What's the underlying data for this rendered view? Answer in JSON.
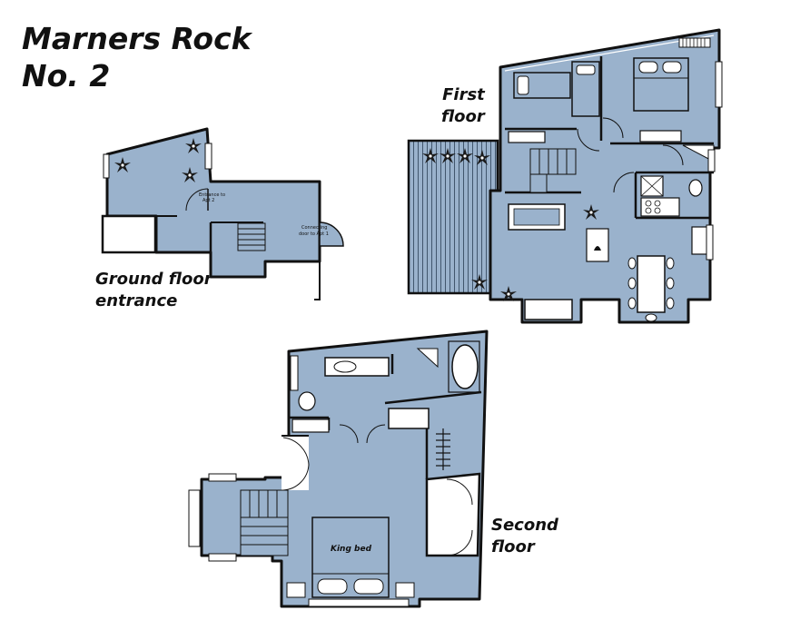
{
  "title": {
    "line1": "Marners Rock",
    "line2": "No. 2"
  },
  "labels": {
    "ground_floor": {
      "line1": "Ground floor",
      "line2": "entrance"
    },
    "first_floor": {
      "line1": "First",
      "line2": "floor"
    },
    "second_floor": {
      "line1": "Second",
      "line2": "floor"
    }
  },
  "annotations": {
    "entrance_apt2": {
      "line1": "Entrance to",
      "line2": "Apt 2"
    },
    "connecting_door": {
      "line1": "Connecting",
      "line2": "door to Apt 1"
    },
    "king_bed": "King bed"
  },
  "colors": {
    "floor": "#9ab2cc",
    "wall": "#111111",
    "background": "#ffffff"
  }
}
